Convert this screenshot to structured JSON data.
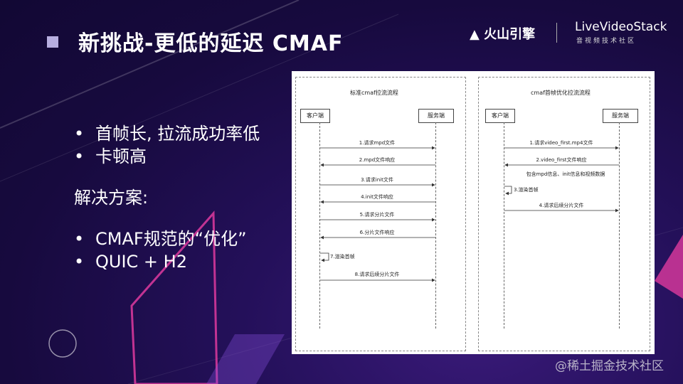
{
  "slide": {
    "title": "新挑战-更低的延迟 CMAF",
    "bullets": [
      "首帧长, 拉流成功率低",
      "卡顿高"
    ],
    "solution_heading": "解决方案:",
    "solutions": [
      "CMAF规范的“优化”",
      "QUIC + H2"
    ],
    "bullet_char": "•"
  },
  "logos": {
    "volcano": "火山引擎",
    "livevideostack": "LiveVideoStack",
    "livevideostack_sub": "音视频技术社区"
  },
  "diagram_left": {
    "title": "标准cmaf拉流流程",
    "client": "客户端",
    "server": "服务端",
    "messages": [
      "1.请求mpd文件",
      "2.mpd文件响应",
      "3.请求init文件",
      "4.init文件响应",
      "5.请求分片文件",
      "6.分片文件响应",
      "7.渲染首帧",
      "8.请求后续分片文件"
    ]
  },
  "diagram_right": {
    "title": "cmaf首帧优化拉流流程",
    "client": "客户端",
    "server": "服务端",
    "messages": [
      "1.请求video_first.mp4文件",
      "2.video_first文件响应",
      "包含mpd信息、init信息和视频数据",
      "3.渲染首帧",
      "4.请求后续分片文件"
    ]
  },
  "watermark": "@稀土掘金技术社区",
  "colors": {
    "background": "#170a3e",
    "accent_pink": "#d4379a",
    "accent_purple": "#8a4fe0",
    "title_square": "#b7aee0"
  }
}
